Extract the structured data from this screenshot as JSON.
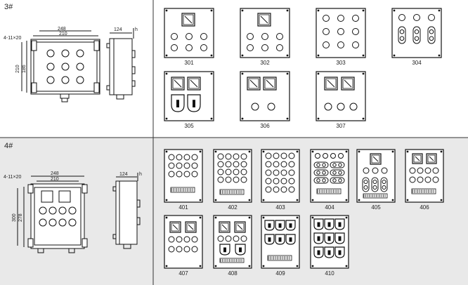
{
  "section_3": {
    "label": "3#",
    "dims": {
      "hole_spec": "4-11×20",
      "width_outer": "248",
      "width_inner": "210",
      "height_outer": "210",
      "height_inner": "186",
      "depth": "124",
      "depth_h": "h"
    },
    "models": [
      "301",
      "302",
      "303",
      "304",
      "305",
      "306",
      "307"
    ]
  },
  "section_4": {
    "label": "4#",
    "dims": {
      "hole_spec": "4-11×20",
      "width_outer": "248",
      "width_inner": "210",
      "height_outer": "300",
      "height_inner": "278",
      "depth": "124",
      "depth_h": "h"
    },
    "models": [
      "401",
      "402",
      "403",
      "404",
      "405",
      "406",
      "407",
      "408",
      "409",
      "410"
    ]
  },
  "colors": {
    "line": "#111111",
    "bottom_bg": "#e9e9e9",
    "divider": "#333333"
  }
}
